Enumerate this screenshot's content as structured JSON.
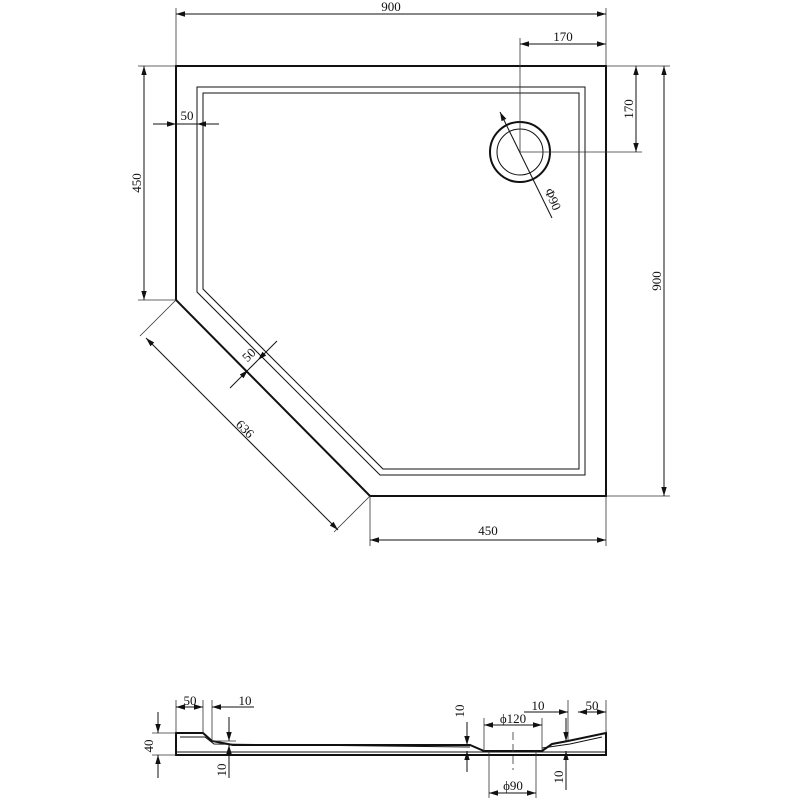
{
  "plan": {
    "overall_width": "900",
    "overall_depth": "900",
    "waste_offset_x": "170",
    "waste_offset_y": "170",
    "left_side": "450",
    "front_side": "450",
    "diagonal_side": "636",
    "rim_width_left": "50",
    "rim_width_diagonal": "50",
    "waste_diameter": "Φ90"
  },
  "section": {
    "rim_left": "50",
    "step_left": "10",
    "height": "40",
    "depth_left": "10",
    "depth_centre": "10",
    "drain_outer": "ϕ120",
    "drain_inner": "ϕ90",
    "step_right": "10",
    "rim_right": "50",
    "depth_right": "10"
  }
}
